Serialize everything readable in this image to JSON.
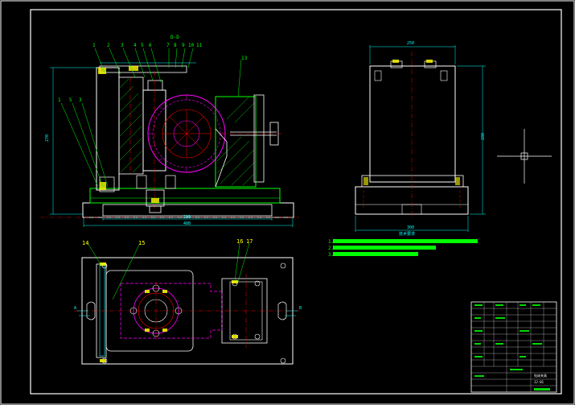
{
  "colors": {
    "background": "#000000",
    "outline": "#ffffff",
    "dimension": "#00ffff",
    "centerline": "#ff0000",
    "leader": "#00ff00",
    "hidden": "#ff00ff",
    "part": "#00ff00",
    "label": "#ffff00"
  },
  "front_view": {
    "section_label": "D-D",
    "callouts_top": [
      "1",
      "2",
      "3",
      "4",
      "5",
      "6",
      "7",
      "8",
      "9",
      "10",
      "11"
    ],
    "callouts_left": [
      "1",
      "5",
      "3"
    ],
    "callout_right": "13",
    "dim_height": "270",
    "dim_width_inner": "290",
    "dim_width_outer": "400"
  },
  "side_view": {
    "dim_top": "250",
    "dim_height": "280",
    "dim_bottom": "300",
    "caption": "技术要求"
  },
  "notes": {
    "items": [
      "1.",
      "2.",
      "3."
    ]
  },
  "plan_view": {
    "callouts": [
      "14",
      "15",
      "16",
      "17"
    ],
    "left_marker": "A",
    "right_marker": "B"
  },
  "title_block": {
    "drawing_name": "钻床夹具",
    "code": "JJ-01"
  }
}
